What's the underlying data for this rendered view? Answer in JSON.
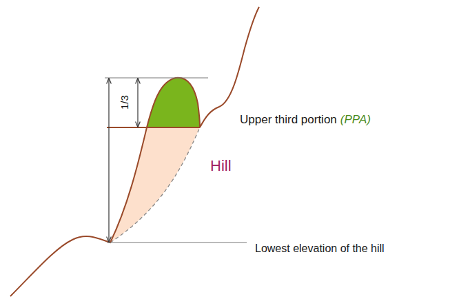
{
  "diagram": {
    "labels": [
      "1/3",
      "Upper third portion",
      "(PPA)",
      "Hill",
      "Lowest elevation of the hill"
    ]
  }
}
